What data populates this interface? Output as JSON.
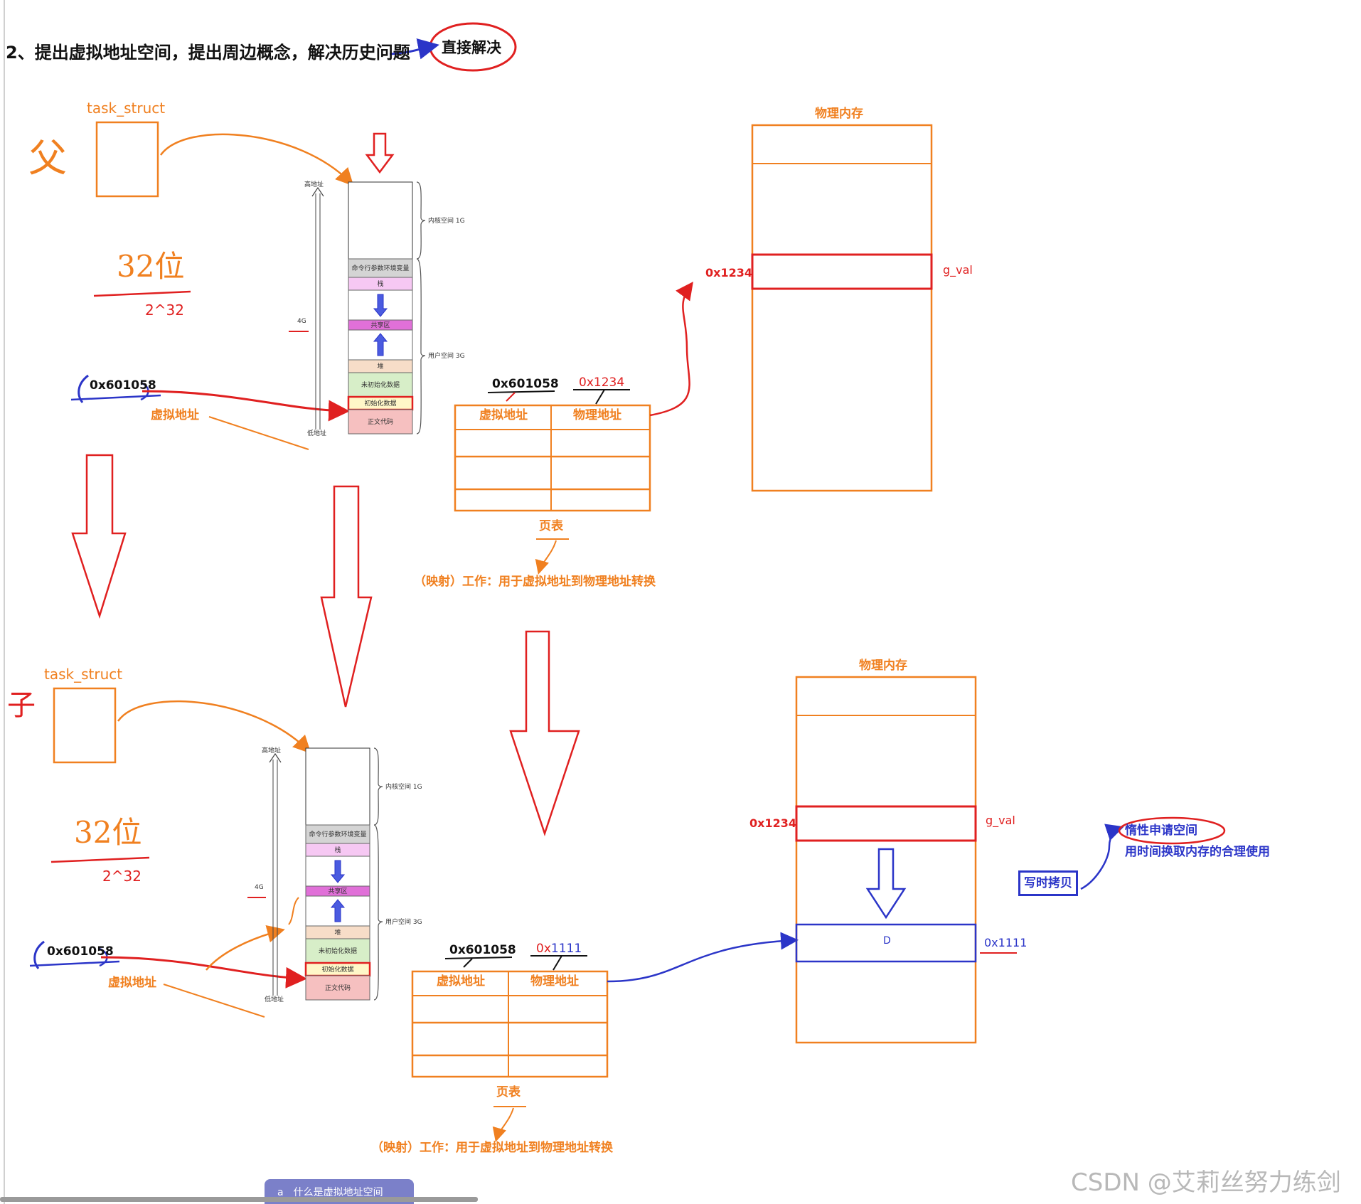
{
  "heading": {
    "text": "2、提出虚拟地址空间，提出周边概念，解决历史问题",
    "circled": "直接解决"
  },
  "panels": {
    "parent": {
      "side_label": "父",
      "task_struct": "task_struct",
      "bits": "32位",
      "pow": "2^32",
      "vaddr": "0x601058",
      "vaddr_caption": "虚拟地址",
      "addr_space": {
        "high": "高地址",
        "low": "低地址",
        "size": "4G",
        "kernel": "内核空间 1G",
        "user": "用户空间 3G",
        "segments": [
          "命令行参数环境变量",
          "栈",
          "共享区",
          "堆",
          "未初始化数据",
          "初始化数据",
          "正文代码"
        ]
      },
      "page_table": {
        "col_virtual": "虚拟地址",
        "col_physical": "物理地址",
        "top_virtual": "0x601058",
        "top_physical": "0x1234",
        "title": "页表",
        "work": "（映射）工作：用于虚拟地址到物理地址转换"
      },
      "memory": {
        "title": "物理内存",
        "addr": "0x1234",
        "var": "g_val"
      }
    },
    "child": {
      "side_label": "子",
      "task_struct": "task_struct",
      "bits": "32位",
      "pow": "2^32",
      "vaddr": "0x601058",
      "vaddr_caption": "虚拟地址",
      "addr_space": {
        "high": "高地址",
        "low": "低地址",
        "size": "4G",
        "kernel": "内核空间 1G",
        "user": "用户空间 3G",
        "segments": [
          "命令行参数环境变量",
          "栈",
          "共享区",
          "堆",
          "未初始化数据",
          "初始化数据",
          "正文代码"
        ]
      },
      "page_table": {
        "col_virtual": "虚拟地址",
        "col_physical": "物理地址",
        "top_virtual": "0x601058",
        "top_physical_prefix": "0x",
        "top_physical_suffix": "1111",
        "title": "页表",
        "work": "（映射）工作：用于虚拟地址到物理地址转换"
      },
      "memory": {
        "title": "物理内存",
        "addr": "0x1234",
        "var": "g_val",
        "new_addr": "0x1111",
        "copy_mark": "D"
      }
    }
  },
  "cow": {
    "label": "写时拷贝",
    "lazy": "惰性申请空间",
    "lazy_desc": "用时间换取内存的合理使用"
  },
  "footer": {
    "badge": "a　什么是虚拟地址空间",
    "watermark": "CSDN @艾莉丝努力练剑"
  },
  "colors": {
    "orange": "#f08020",
    "red": "#e02020",
    "blue": "#2b35c8",
    "cell_fills": [
      "#d4d4d4",
      "#f6c8f3",
      "#ffffff",
      "#e070d8",
      "#ffffff",
      "#f7ddc8",
      "#d7eec8",
      "#fff7c8",
      "#f6c0c0"
    ]
  }
}
